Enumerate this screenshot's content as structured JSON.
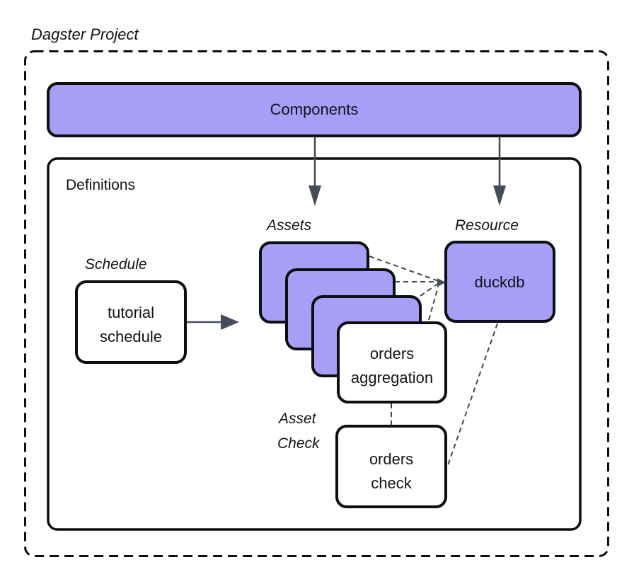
{
  "title": "Dagster Project",
  "colors": {
    "purple": "#a69ef7",
    "border": "#0e0e0e",
    "arrow": "#454d5c",
    "dashed_line": "#3e4653"
  },
  "components": {
    "label": "Components"
  },
  "definitions": {
    "label": "Definitions",
    "schedule": {
      "group_label": "Schedule",
      "node": {
        "line1": "tutorial",
        "line2": "schedule"
      }
    },
    "assets": {
      "group_label": "Assets",
      "node": {
        "line1": "orders",
        "line2": "aggregation"
      }
    },
    "resource": {
      "group_label": "Resource",
      "node": {
        "label": "duckdb"
      }
    },
    "asset_check": {
      "group_label": {
        "line1": "Asset",
        "line2": "Check"
      },
      "node": {
        "line1": "orders",
        "line2": "check"
      }
    }
  }
}
